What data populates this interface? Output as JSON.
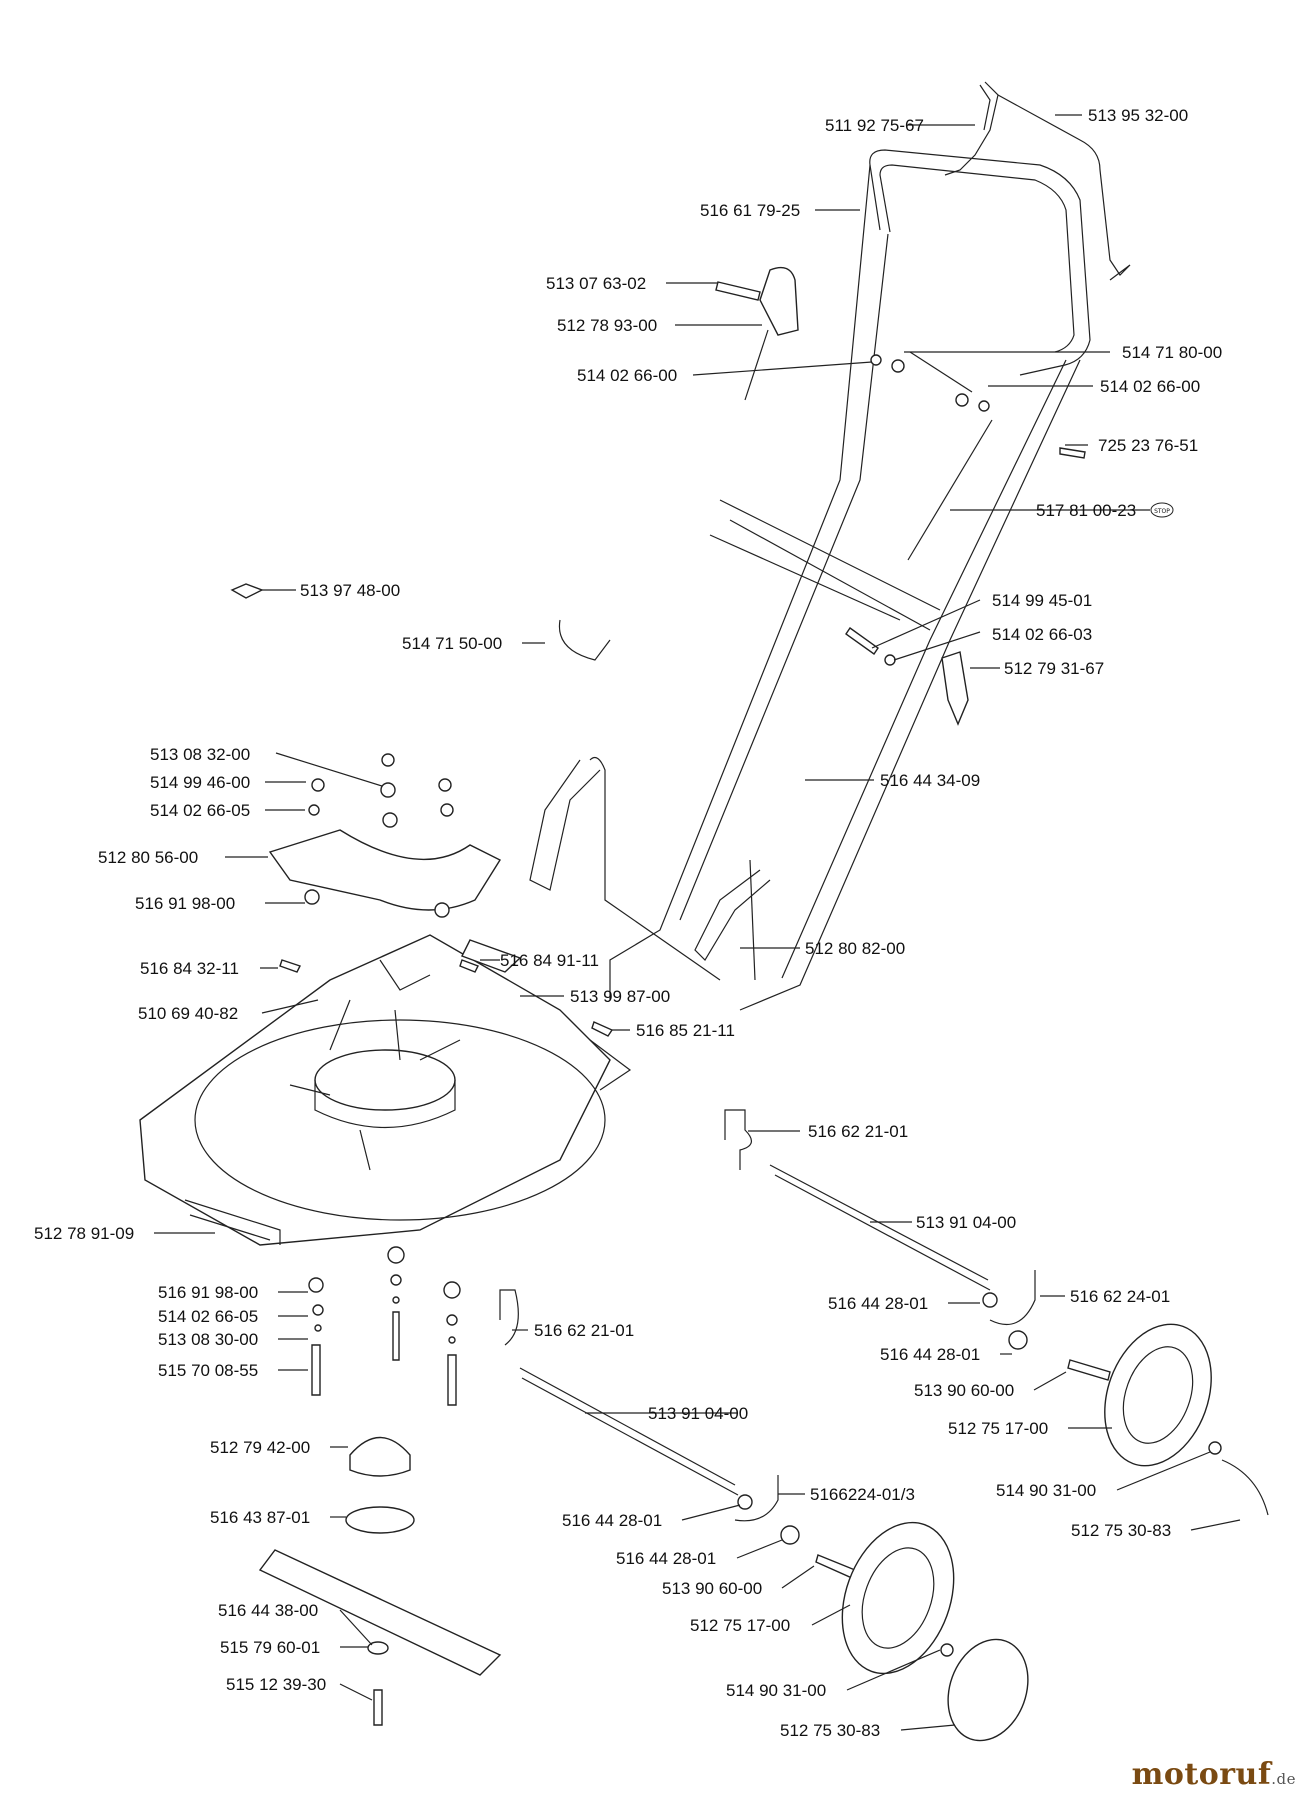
{
  "diagram": {
    "parts": [
      {
        "id": "p1",
        "number": "511 92 75-67"
      },
      {
        "id": "p2",
        "number": "513 95 32-00"
      },
      {
        "id": "p3",
        "number": "516 61 79-25"
      },
      {
        "id": "p4",
        "number": "513 07 63-02"
      },
      {
        "id": "p5",
        "number": "512 78 93-00"
      },
      {
        "id": "p6",
        "number": "514 71 80-00"
      },
      {
        "id": "p7",
        "number": "514 02 66-00"
      },
      {
        "id": "p8",
        "number": "514 02 66-00"
      },
      {
        "id": "p9",
        "number": "725 23 76-51"
      },
      {
        "id": "p10",
        "number": "517 81 00-23"
      },
      {
        "id": "p11",
        "number": "513 97 48-00"
      },
      {
        "id": "p12",
        "number": "514 99 45-01"
      },
      {
        "id": "p13",
        "number": "514 71 50-00"
      },
      {
        "id": "p14",
        "number": "514 02 66-03"
      },
      {
        "id": "p15",
        "number": "512 79 31-67"
      },
      {
        "id": "p16",
        "number": "513 08 32-00"
      },
      {
        "id": "p17",
        "number": "514 99 46-00"
      },
      {
        "id": "p18",
        "number": "516 44 34-09"
      },
      {
        "id": "p19",
        "number": "514 02 66-05"
      },
      {
        "id": "p20",
        "number": "512 80 56-00"
      },
      {
        "id": "p21",
        "number": "516 91 98-00"
      },
      {
        "id": "p22",
        "number": "512 80 82-00"
      },
      {
        "id": "p23",
        "number": "516 84 32-11"
      },
      {
        "id": "p24",
        "number": "516 84 91-11"
      },
      {
        "id": "p25",
        "number": "513 99 87-00"
      },
      {
        "id": "p26",
        "number": "510 69 40-82"
      },
      {
        "id": "p27",
        "number": "516 85 21-11"
      },
      {
        "id": "p28",
        "number": "516 62 21-01"
      },
      {
        "id": "p29",
        "number": "513 91 04-00"
      },
      {
        "id": "p30",
        "number": "512 78 91-09"
      },
      {
        "id": "p31",
        "number": "516 44 28-01"
      },
      {
        "id": "p32",
        "number": "516 62 24-01"
      },
      {
        "id": "p33",
        "number": "516 91 98-00"
      },
      {
        "id": "p34",
        "number": "514 02 66-05"
      },
      {
        "id": "p35",
        "number": "516 62 21-01"
      },
      {
        "id": "p36",
        "number": "516 44 28-01"
      },
      {
        "id": "p37",
        "number": "513 08 30-00"
      },
      {
        "id": "p38",
        "number": "513 90 60-00"
      },
      {
        "id": "p39",
        "number": "515 70 08-55"
      },
      {
        "id": "p40",
        "number": "512 75 17-00"
      },
      {
        "id": "p41",
        "number": "513 91 04-00"
      },
      {
        "id": "p42",
        "number": "512 79 42-00"
      },
      {
        "id": "p43",
        "number": "514 90 31-00"
      },
      {
        "id": "p44",
        "number": "516 43 87-01"
      },
      {
        "id": "p45",
        "number": "516 44 28-01"
      },
      {
        "id": "p46",
        "number": "5166224-01/3"
      },
      {
        "id": "p47",
        "number": "512 75 30-83"
      },
      {
        "id": "p48",
        "number": "516 44 28-01"
      },
      {
        "id": "p49",
        "number": "513 90 60-00"
      },
      {
        "id": "p50",
        "number": "516 44 38-00"
      },
      {
        "id": "p51",
        "number": "512 75 17-00"
      },
      {
        "id": "p52",
        "number": "515 79 60-01"
      },
      {
        "id": "p53",
        "number": "514 90 31-00"
      },
      {
        "id": "p54",
        "number": "515 12 39-30"
      },
      {
        "id": "p55",
        "number": "512 75 30-83"
      }
    ]
  },
  "stop_badge": {
    "text": "STOP"
  },
  "watermark": {
    "brand": "motoruf",
    "tld": ".de",
    "color": "#7a4a12"
  }
}
